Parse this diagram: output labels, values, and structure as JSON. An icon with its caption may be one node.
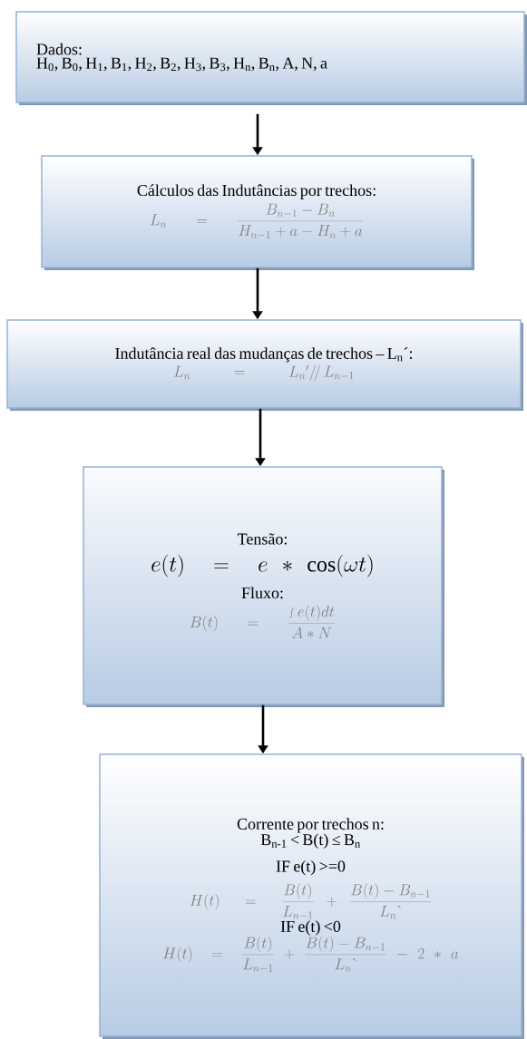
{
  "diagram": {
    "nodes": [
      {
        "text": [
          "Dados:",
          "H$_{0}$, B$_{0}$, H$_{1}$, B$_{1}$, H$_{2}$, B$_{2}$, H$_{3}$, B$_{3}$, H$_{n}$, B$_{n}$, A, N, a"
        ]
      },
      {
        "text": [
          "Cálculos das Indutâncias por trechos:",
          "L_n = \\frac{B_{n-1}-B_n}{H_{n-1}+a-H_n+a}"
        ]
      },
      {
        "text": [
          "Indutância real das mudanças de trechos – L$_{n}$´:",
          "L_n = L_n{}'/\\!/\\, L_{n-1}"
        ]
      },
      {
        "text": [
          "Tensão:",
          "e(t) = e * \\cos(\\omega t)",
          "Fluxo:",
          "B(t) = \\frac{\\int e(t)dt}{A * N}"
        ]
      },
      {
        "text": [
          "Corrente por trechos n:",
          "B$_{n-1}$ <  B(t) ≤  B$_{n}$",
          "IF e(t) >=0",
          "H(t) = \\frac{B(t)}{L_{n-1}} + \\frac{B(t) - B_{n-1}}{L_n\\mbox{\\textasciigrave}}",
          "IF e(t) <0",
          "H(t) = \\frac{B(t)}{L_{n-1}} + \\frac{B(t) - B_{n-1}}{L_n\\mbox{\\textasciigrave}} - 2 * a"
        ]
      }
    ],
    "edges": [
      {
        "from": 0,
        "to": 1,
        "arrow": "to"
      },
      {
        "from": 1,
        "to": 2,
        "arrow": "to"
      },
      {
        "from": 2,
        "to": 3,
        "arrow": "to"
      },
      {
        "from": 3,
        "to": 4,
        "arrow": "to"
      }
    ]
  }
}
